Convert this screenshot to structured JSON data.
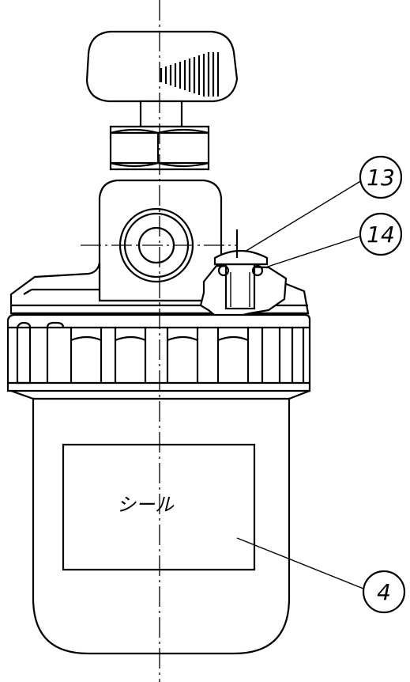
{
  "drawing": {
    "label_text": "シール",
    "callouts": [
      {
        "id": "13"
      },
      {
        "id": "14"
      },
      {
        "id": "4"
      }
    ]
  }
}
